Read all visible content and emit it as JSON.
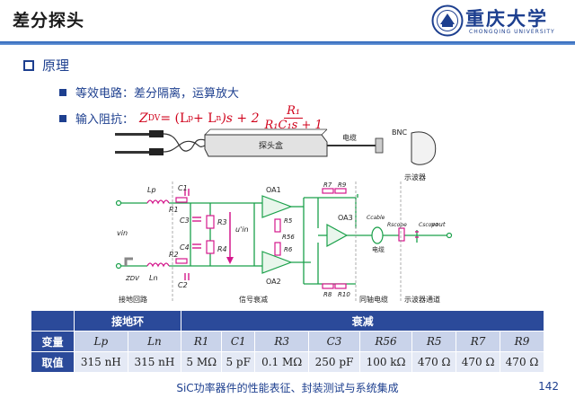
{
  "header": {
    "title": "差分探头",
    "logo_text": "重庆大学",
    "logo_sub": "CHONGQING UNIVERSITY"
  },
  "content": {
    "section": "原理",
    "bullet1": "等效电路：差分隔离，运算放大",
    "bullet2": "输入阻抗：",
    "formula": {
      "lhs": "Z",
      "lhs_sub": "DV",
      "mid": " = (L",
      "p": "p",
      "plus": " + L",
      "n": "n",
      "rest": ")s + 2",
      "num": "R₁",
      "den": "R₁C₁s + 1"
    }
  },
  "diagram": {
    "labels": {
      "probe_box": "探头盒",
      "cable": "电缆",
      "bnc": "BNC",
      "scope": "示波器",
      "lp": "Lp",
      "ln": "Ln",
      "r1_top": "R1",
      "c1_top": "C1",
      "r2": "R2",
      "c2": "C2",
      "c3": "C3",
      "c4": "C4",
      "r3": "R3",
      "r4": "R4",
      "oa1": "OA1",
      "oa2": "OA2",
      "oa3": "OA3",
      "r5": "R5",
      "r56": "R56",
      "r6": "R6",
      "r7": "R7",
      "r8": "R8",
      "r9": "R9",
      "r10": "R10",
      "uin_prime": "u'in",
      "vin": "vin",
      "zdv": "ZDV",
      "cable_label2": "电缆",
      "ccable": "Ccable",
      "rscope": "Rscope",
      "cscope": "Cscope",
      "vout": "vout",
      "section_ground": "接地回路",
      "section_atten": "信号衰减",
      "section_coax": "同轴电缆",
      "section_channel": "示波器通道"
    }
  },
  "table": {
    "header": {
      "ground_loop": "接地环",
      "attenuation": "衰减"
    },
    "symbol_row_label": "变量",
    "value_row_label": "取值",
    "symbols": [
      "Lp",
      "Ln",
      "R1",
      "C1",
      "R3",
      "C3",
      "R56",
      "R5",
      "R7",
      "R9"
    ],
    "values": [
      "315 nH",
      "315 nH",
      "5 MΩ",
      "5 pF",
      "0.1 MΩ",
      "250 pF",
      "100 kΩ",
      "470 Ω",
      "470 Ω",
      "470 Ω"
    ]
  },
  "footer": {
    "text": "SiC功率器件的性能表征、封装测试与系统集成",
    "page": "142"
  },
  "colors": {
    "brand": "#1d3f8f",
    "header_rule": "#2b63b8",
    "formula": "#d0021b",
    "table_header": "#2b4a9a",
    "circuit_green": "#1aa04a",
    "circuit_magenta": "#d4188c"
  }
}
